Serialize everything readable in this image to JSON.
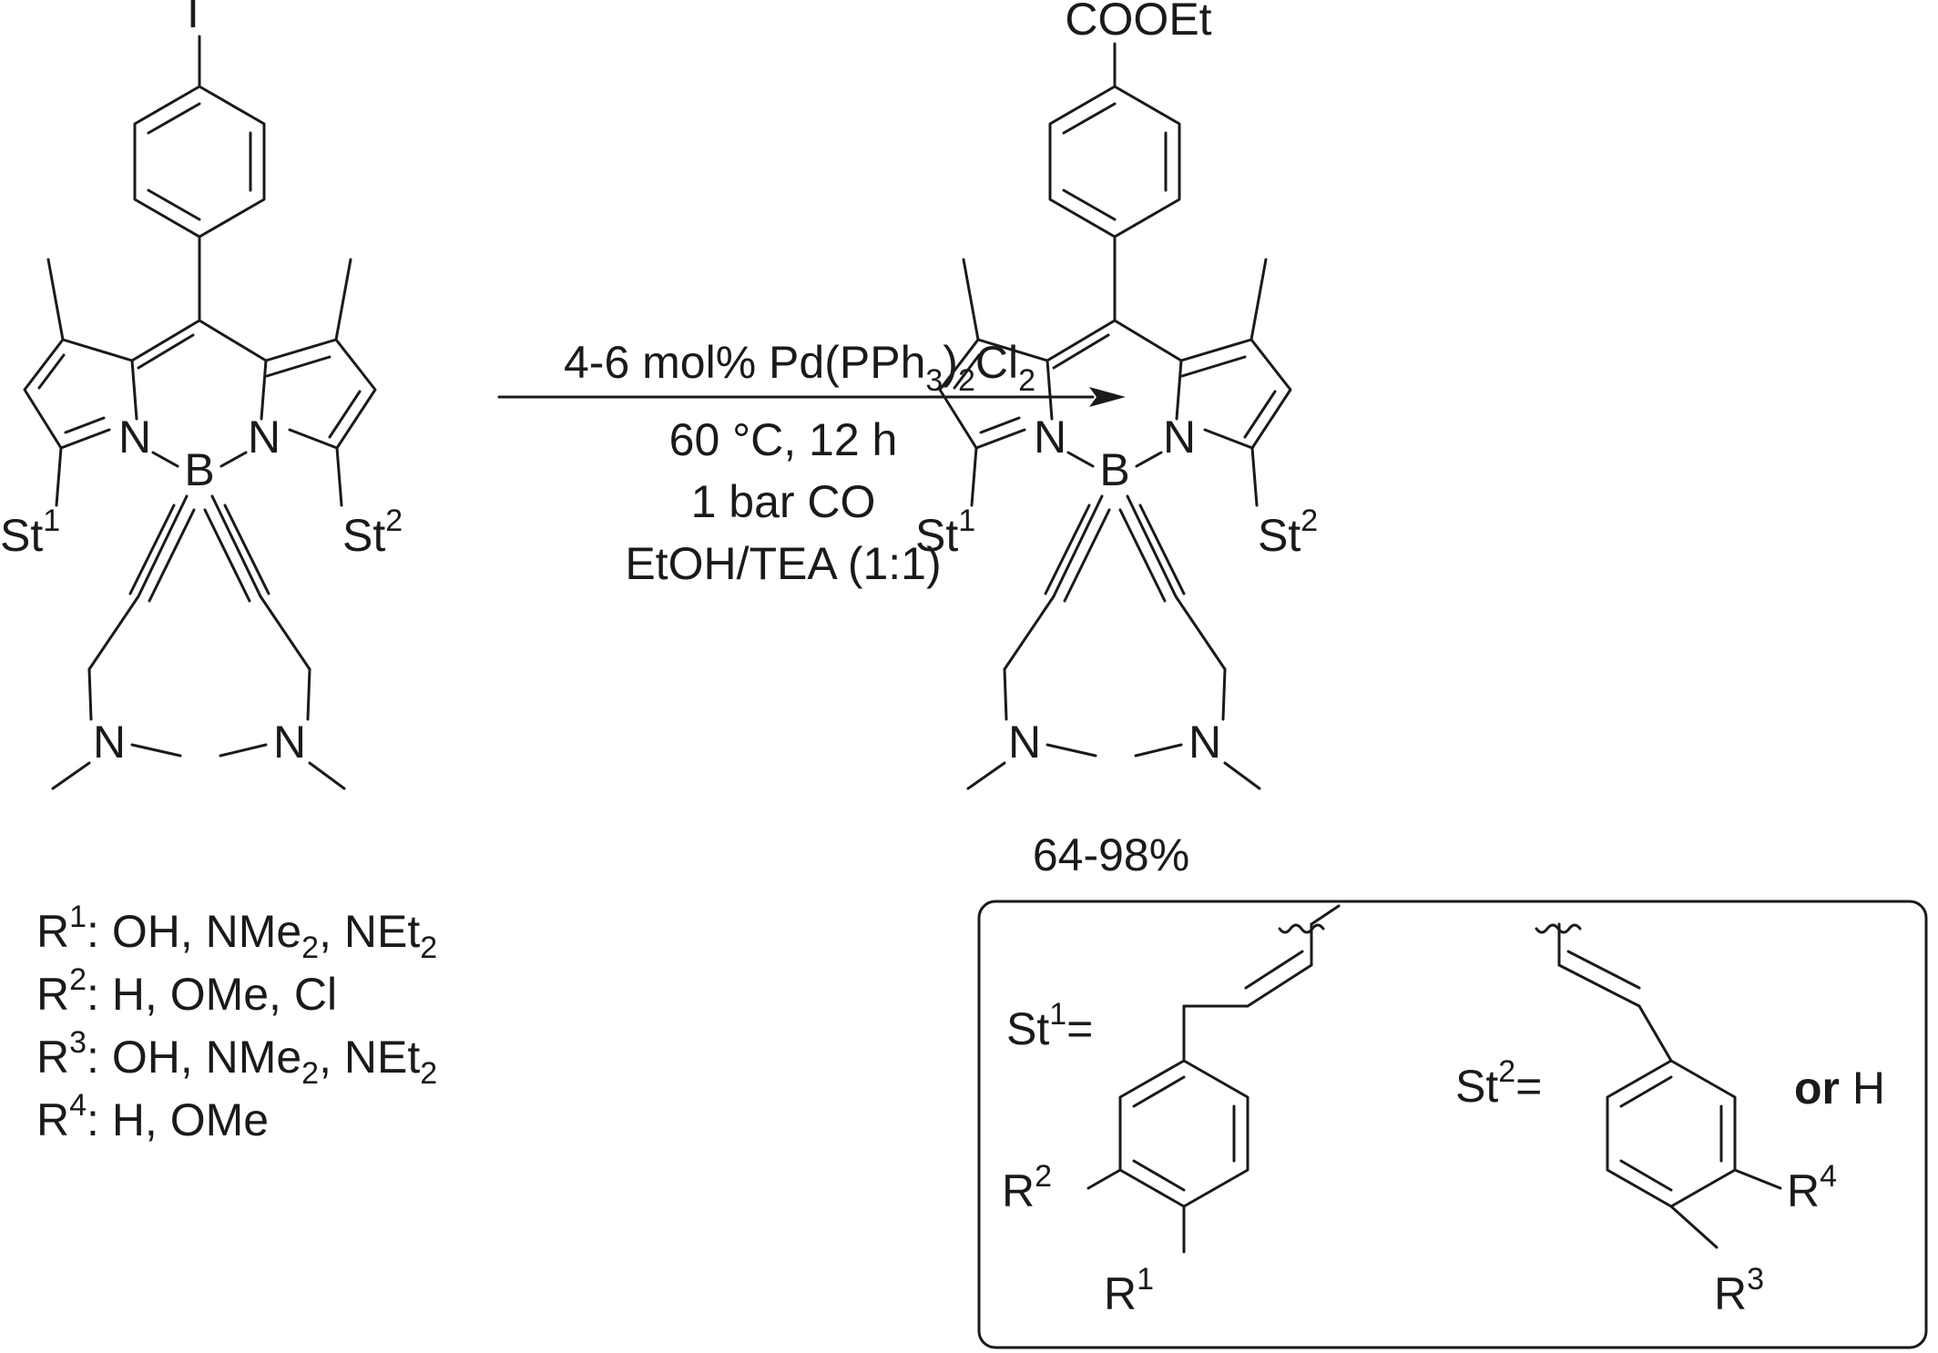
{
  "reaction": {
    "reagent": "4-6 mol% Pd(PPh",
    "reagent_sub1": "3",
    "reagent_mid": ")",
    "reagent_sub2": "2",
    "reagent_cl": "Cl",
    "reagent_sub3": "2",
    "temperature_time": "60 °C, 12 h",
    "pressure": "1 bar CO",
    "solvent": "EtOH/TEA (1:1)"
  },
  "starting_material": {
    "substituent_top": "I",
    "n_left": "N",
    "n_right": "N",
    "boron": "B",
    "st_left": "St",
    "st_left_sup": "1",
    "st_right": "St",
    "st_right_sup": "2",
    "amine_left": "N",
    "amine_right": "N"
  },
  "product": {
    "substituent_top": "COOEt",
    "n_left": "N",
    "n_right": "N",
    "boron": "B",
    "st_left": "St",
    "st_left_sup": "1",
    "st_right": "St",
    "st_right_sup": "2",
    "amine_left": "N",
    "amine_right": "N",
    "yield": "64-98%"
  },
  "r_groups": [
    {
      "label": "R",
      "sup": "1",
      "text": ": OH, NMe",
      "sub": "2",
      "rest": ", NEt",
      "sub2": "2"
    },
    {
      "label": "R",
      "sup": "2",
      "text": ": H, OMe, Cl",
      "sub": "",
      "rest": "",
      "sub2": ""
    },
    {
      "label": "R",
      "sup": "3",
      "text": ": OH, NMe",
      "sub": "2",
      "rest": ", NEt",
      "sub2": "2"
    },
    {
      "label": "R",
      "sup": "4",
      "text": ": H, OMe",
      "sub": "",
      "rest": "",
      "sub2": ""
    }
  ],
  "legend_box": {
    "st1_label": "St",
    "st1_sup": "1",
    "st1_eq": "=",
    "st2_label": "St",
    "st2_sup": "2",
    "st2_eq": "=",
    "or_word": "or",
    "or_h": " H",
    "r1": "R",
    "r1_sup": "1",
    "r2": "R",
    "r2_sup": "2",
    "r3": "R",
    "r3_sup": "3",
    "r4": "R",
    "r4_sup": "4"
  }
}
